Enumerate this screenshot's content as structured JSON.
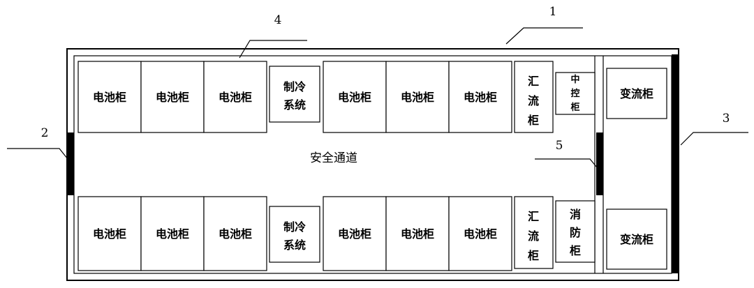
{
  "callouts": {
    "c1": "1",
    "c2": "2",
    "c3": "3",
    "c4": "4",
    "c5": "5"
  },
  "aisle_label": "安全通道",
  "top_row": {
    "battery_1": "电池柜",
    "battery_2": "电池柜",
    "battery_3": "电池柜",
    "cooling": [
      "制冷",
      "系统"
    ],
    "battery_4": "电池柜",
    "battery_5": "电池柜",
    "battery_6": "电池柜",
    "combiner": [
      "汇",
      "流",
      "柜"
    ],
    "control": [
      "中",
      "控",
      "柜"
    ],
    "converter": "变流柜"
  },
  "bottom_row": {
    "battery_1": "电池柜",
    "battery_2": "电池柜",
    "battery_3": "电池柜",
    "cooling": [
      "制冷",
      "系统"
    ],
    "battery_4": "电池柜",
    "battery_5": "电池柜",
    "battery_6": "电池柜",
    "combiner": [
      "汇",
      "流",
      "柜"
    ],
    "fire": [
      "消",
      "防",
      "柜"
    ],
    "converter": "变流柜"
  }
}
